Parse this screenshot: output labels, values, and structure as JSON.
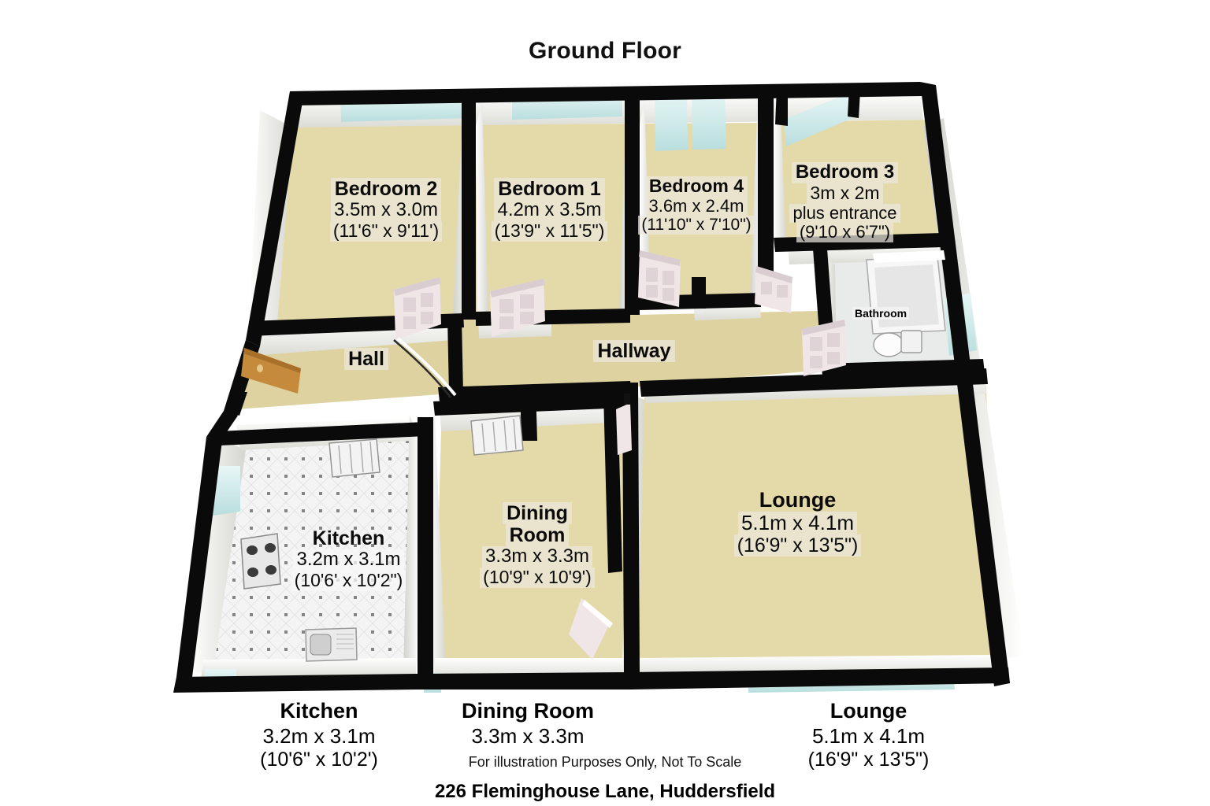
{
  "page": {
    "title": "Ground Floor",
    "disclaimer": "For illustration Purposes Only, Not To Scale",
    "address": "226 Fleminghouse Lane, Huddersfield"
  },
  "colors": {
    "wall_top": "#0a0a0a",
    "wall_face": "#f3f3f1",
    "carpet": "#e4d9a9",
    "tile": "#f4f4f4",
    "glass": "#d6eded",
    "door": "#f0e6e8",
    "text": "#0b0b0b"
  },
  "rooms": [
    {
      "key": "bedroom2",
      "name": "Bedroom 2",
      "metric": "3.5m x 3.0m",
      "imperial": "(11'6\" x 9'11')",
      "extra": ""
    },
    {
      "key": "bedroom1",
      "name": "Bedroom 1",
      "metric": "4.2m x 3.5m",
      "imperial": "(13'9\" x 11'5\")",
      "extra": ""
    },
    {
      "key": "bedroom4",
      "name": "Bedroom 4",
      "metric": "3.6m x 2.4m",
      "imperial": "(11'10\" x 7'10\")",
      "extra": ""
    },
    {
      "key": "bedroom3",
      "name": "Bedroom 3",
      "metric": "3m x 2m",
      "imperial": "(9'10 x 6'7\")",
      "extra": "plus entrance"
    },
    {
      "key": "hall",
      "name": "Hall",
      "metric": "",
      "imperial": "",
      "extra": ""
    },
    {
      "key": "hallway",
      "name": "Hallway",
      "metric": "",
      "imperial": "",
      "extra": ""
    },
    {
      "key": "bathroom",
      "name": "Bathroom",
      "metric": "",
      "imperial": "",
      "extra": ""
    },
    {
      "key": "kitchen",
      "name": "Kitchen",
      "metric": "3.2m x 3.1m",
      "imperial": "(10'6' x 10'2\")",
      "extra": ""
    },
    {
      "key": "dining",
      "name": "Dining Room",
      "name_line1": "Dining",
      "name_line2": "Room",
      "metric": "3.3m x 3.3m",
      "imperial": "(10'9\" x 10'9')",
      "extra": ""
    },
    {
      "key": "lounge",
      "name": "Lounge",
      "metric": "5.1m x 4.1m",
      "imperial": "(16'9\" x 13'5\")",
      "extra": ""
    }
  ],
  "legend": [
    {
      "key": "kitchen",
      "name": "Kitchen",
      "metric": "3.2m x 3.1m",
      "imperial": "(10'6\" x 10'2')"
    },
    {
      "key": "dining",
      "name": "Dining Room",
      "metric": "3.3m x 3.3m",
      "imperial": ""
    },
    {
      "key": "lounge",
      "name": "Lounge",
      "metric": "5.1m x 4.1m",
      "imperial": "(16'9\" x 13'5\")"
    }
  ],
  "fixtures": [
    {
      "name": "window",
      "count": 7
    },
    {
      "name": "door",
      "count": 8
    },
    {
      "name": "radiator",
      "count": 3
    },
    {
      "name": "cooker-hob",
      "count": 1
    },
    {
      "name": "sink",
      "count": 1
    },
    {
      "name": "bathtub",
      "count": 1
    },
    {
      "name": "toilet",
      "count": 1
    },
    {
      "name": "front-door",
      "count": 1
    }
  ]
}
